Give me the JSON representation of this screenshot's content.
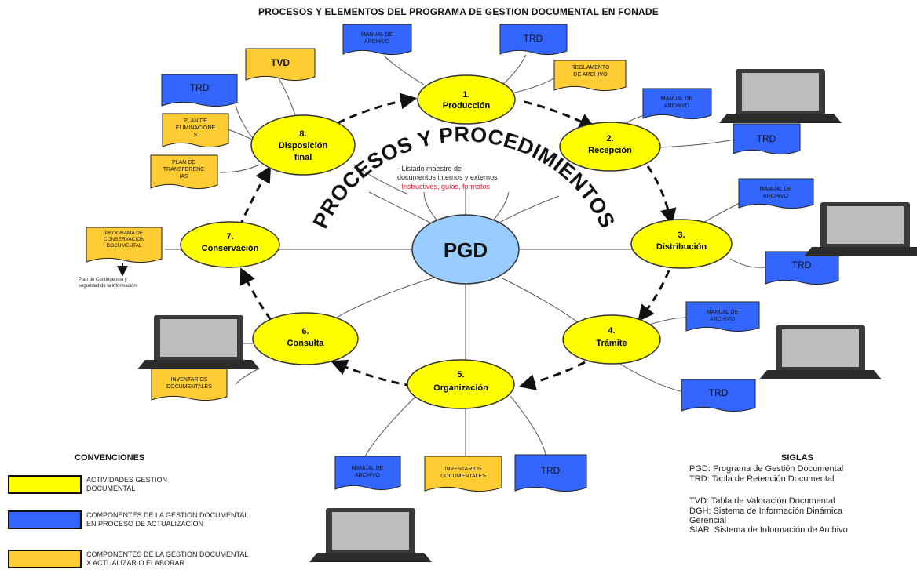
{
  "title": "PROCESOS Y ELEMENTOS DEL PROGRAMA DE GESTION DOCUMENTAL EN FONADE",
  "colors": {
    "activity": "#ffff00",
    "blue_doc": "#3366ff",
    "orange_doc": "#ffcc33",
    "center": "#99ccff"
  },
  "center": {
    "label": "PGD"
  },
  "arc_text": "PROCESOS Y PROCEDIMIENTOS",
  "center_notes": {
    "line1": "- Listado maestro de",
    "line2": "documentos internos y externos",
    "line3": "- Instructivos, guías, formatos"
  },
  "activities": [
    {
      "num": "1.",
      "name": "Producción"
    },
    {
      "num": "2.",
      "name": "Recepción"
    },
    {
      "num": "3.",
      "name": "Distribución"
    },
    {
      "num": "4.",
      "name": "Trámite"
    },
    {
      "num": "5.",
      "name": "Organización"
    },
    {
      "num": "6.",
      "name": "Consulta"
    },
    {
      "num": "7.",
      "name": "Conservación"
    },
    {
      "num": "8.",
      "name": "Disposición",
      "name2": "final"
    }
  ],
  "docs": {
    "manual_archivo": "MANUAL DE ARCHIVO",
    "trd": "TRD",
    "tvd": "TVD",
    "reglamento": "REGLAMENTO DE ARCHIVO",
    "plan_elim": "PLAN DE ELIMINACIONE S",
    "plan_transf": "PLAN DE TRANSFERENC IAS",
    "programa_conserv": "PROGRAMA DE CONSERVACION DOCUMENTAL",
    "inventarios": "INVENTARIOS DOCUMENTALES"
  },
  "plan_contingencia": {
    "line1": "Plan de Contingencia y",
    "line2": "seguridad de la información"
  },
  "convenciones": {
    "title": "CONVENCIONES",
    "items": [
      {
        "label1": "ACTIVIDADES GESTION",
        "label2": "DOCUMENTAL"
      },
      {
        "label1": "COMPONENTES DE LA GESTION DOCUMENTAL",
        "label2": "EN PROCESO DE ACTUALIZACION"
      },
      {
        "label1": "COMPONENTES DE LA GESTION DOCUMENTAL",
        "label2": "X ACTUALIZAR O ELABORAR"
      }
    ]
  },
  "siglas": {
    "title": "SIGLAS",
    "lines": [
      "PGD: Programa de Gestión Documental",
      "TRD: Tabla de Retención Documental",
      "",
      "TVD: Tabla de Valoración Documental",
      "DGH: Sistema de Información Dinámica",
      "Gerencial",
      "SIAR: Sistema de Información de Archivo"
    ]
  }
}
